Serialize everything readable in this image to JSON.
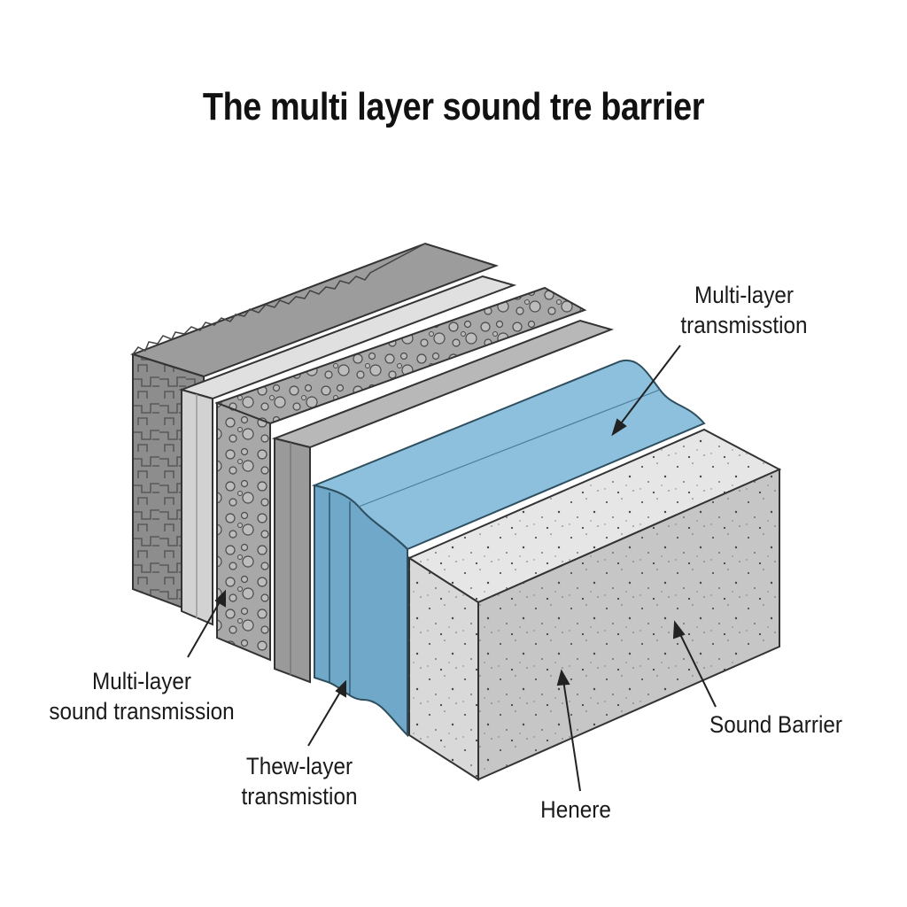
{
  "title": "The multi layer sound tre barrier",
  "colors": {
    "stone": "#8c8c8c",
    "stone_dark": "#6f6f6f",
    "panel_light": "#d2d2d2",
    "foam": "#a9a9a9",
    "panel_mid": "#9a9a9a",
    "blue": "#7bb3d1",
    "blue_dark": "#5f9cbd",
    "concrete": "#c9c9c9",
    "concrete_top": "#e6e6e6",
    "outline": "#333333"
  },
  "labels": {
    "top_right": {
      "line1": "Multi-layer",
      "line2": "transmisstion"
    },
    "left": {
      "line1": "Multi-layer",
      "line2": "sound transmission"
    },
    "bottom_left": {
      "line1": "Thew-layer",
      "line2": "transmistion"
    },
    "bottom_center": {
      "line1": "Henere"
    },
    "right": {
      "line1": "Sound Barrier"
    }
  }
}
